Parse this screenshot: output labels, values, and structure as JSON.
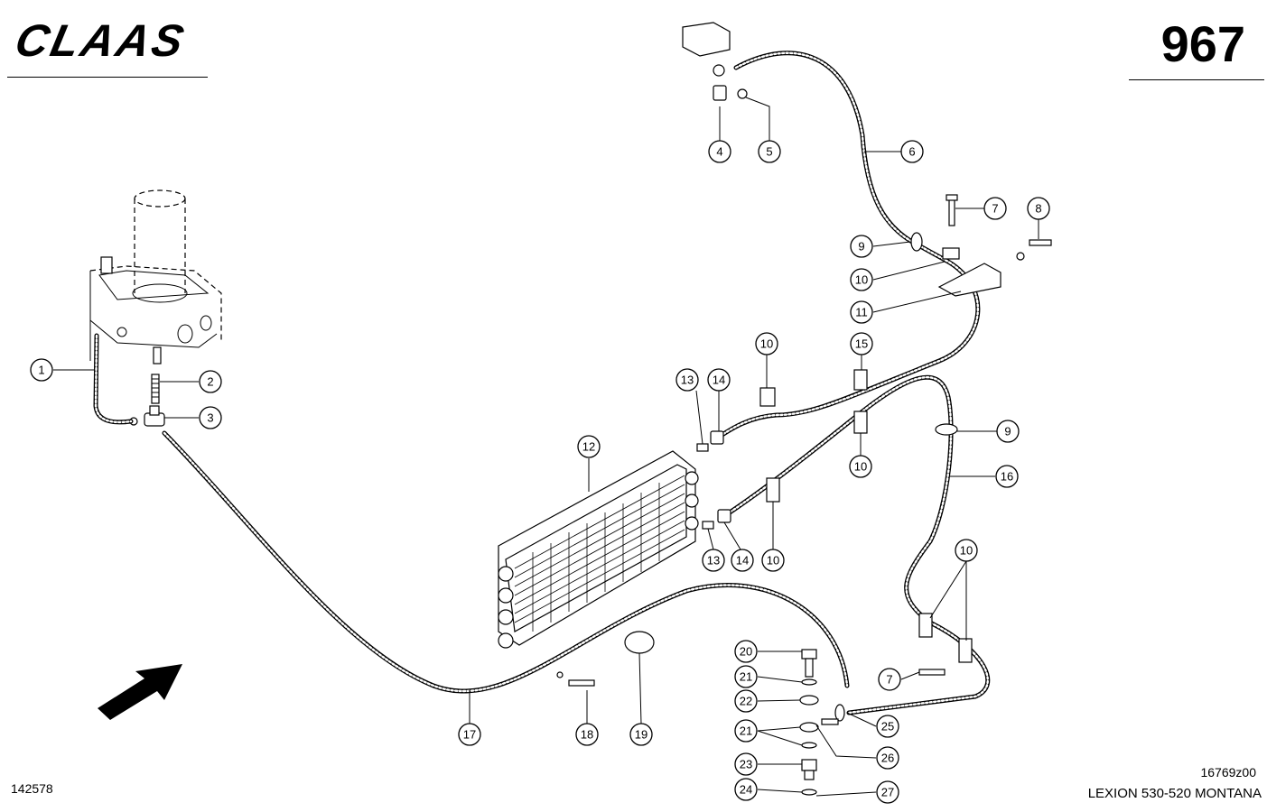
{
  "header": {
    "brand": "CLAAS",
    "page_number": "967"
  },
  "footer": {
    "doc_id": "142578",
    "drawing_id": "16769z00",
    "model": "LEXION 530-520 MONTANA"
  },
  "callouts": [
    "1",
    "2",
    "3",
    "4",
    "5",
    "6",
    "7",
    "8",
    "9",
    "10",
    "11",
    "10",
    "13",
    "14",
    "15",
    "10",
    "9",
    "16",
    "12",
    "13",
    "14",
    "10",
    "10",
    "20",
    "21",
    "22",
    "21",
    "26",
    "25",
    "7",
    "23",
    "24",
    "27",
    "17",
    "18",
    "19"
  ],
  "icons": {
    "direction_arrow": "arrow-icon"
  }
}
